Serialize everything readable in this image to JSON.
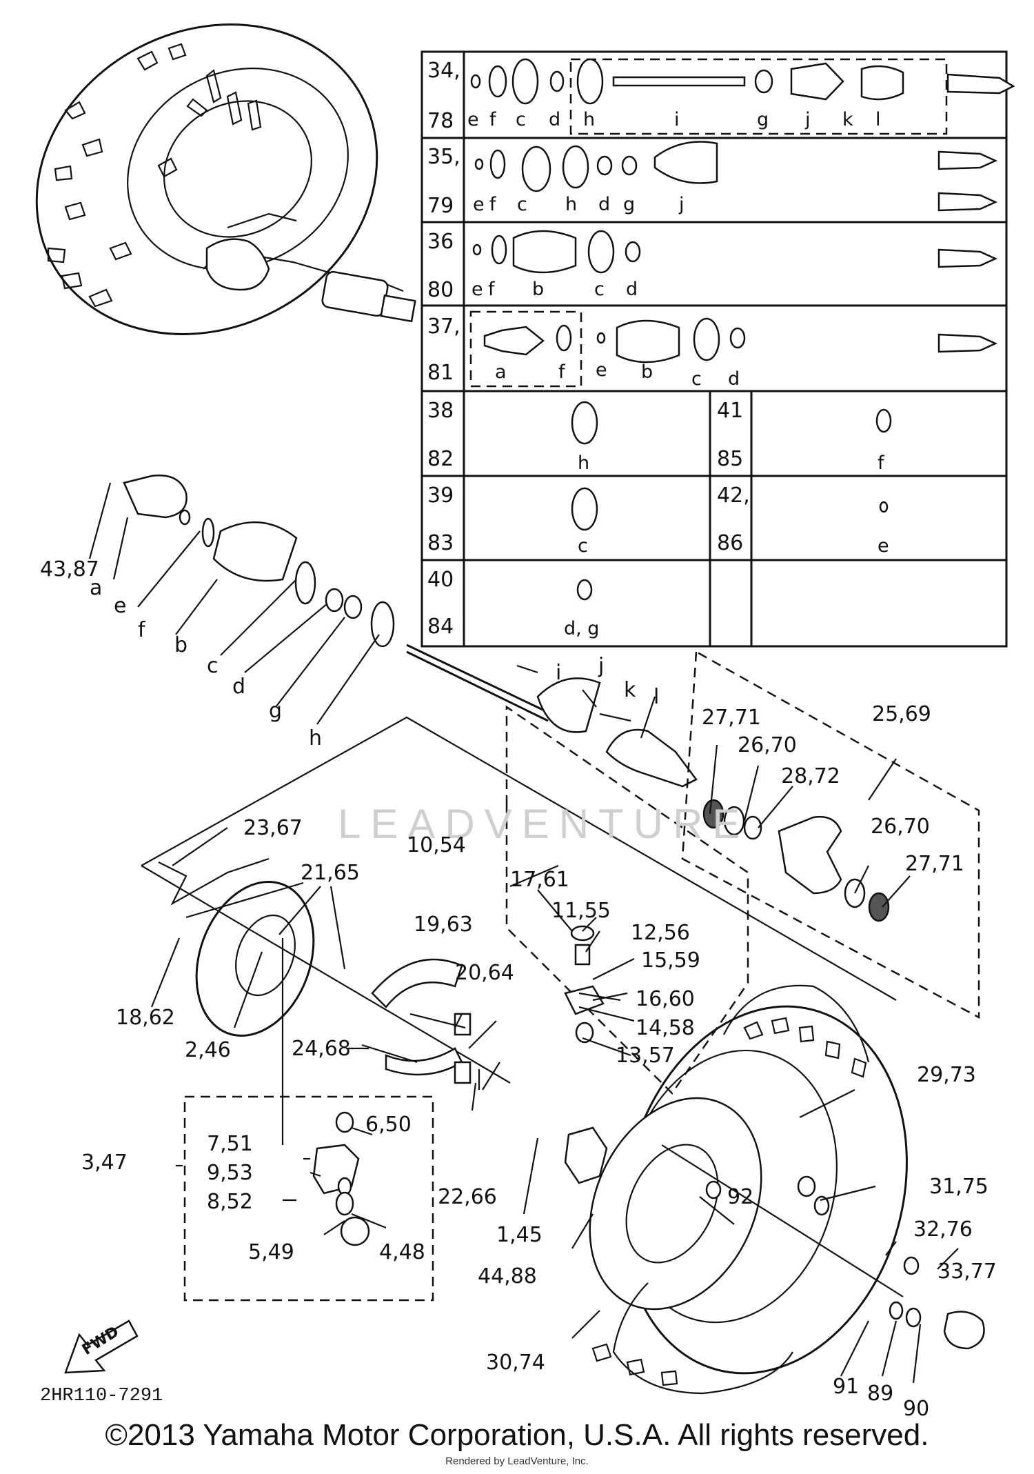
{
  "diagram_code": "2HR110-7291",
  "copyright": "©2013 Yamaha Motor Corporation, U.S.A. All rights reserved.",
  "rendered_by": "Rendered by LeadVenture, Inc.",
  "watermark": "LEADVENTURE",
  "fwd_label": "FWD",
  "table": {
    "rows": [
      {
        "ref_top": "34,",
        "ref_bottom": "78",
        "letters": [
          "e",
          "f",
          "c",
          "d",
          "h",
          "i",
          "g",
          "j",
          "k",
          "l"
        ]
      },
      {
        "ref_top": "35,",
        "ref_bottom": "79",
        "letters": [
          "e",
          "f",
          "c",
          "h",
          "d",
          "g",
          "j"
        ]
      },
      {
        "ref_top": "36",
        "ref_bottom": "80",
        "letters": [
          "e",
          "f",
          "b",
          "c",
          "d"
        ]
      },
      {
        "ref_top": "37,",
        "ref_bottom": "81",
        "letters": [
          "a",
          "f",
          "e",
          "b",
          "c",
          "d"
        ]
      },
      {
        "ref_top": "38",
        "ref_bottom": "82",
        "letters": [
          "h"
        ],
        "right_ref_top": "41",
        "right_ref_bottom": "85",
        "right_letters": [
          "f"
        ]
      },
      {
        "ref_top": "39",
        "ref_bottom": "83",
        "letters": [
          "c"
        ],
        "right_ref_top": "42,",
        "right_ref_bottom": "86",
        "right_letters": [
          "e"
        ]
      },
      {
        "ref_top": "40",
        "ref_bottom": "84",
        "letters": [
          "d, g"
        ]
      }
    ]
  },
  "shaft_letters": [
    "a",
    "e",
    "f",
    "b",
    "c",
    "d",
    "g",
    "h",
    "i",
    "j",
    "k",
    "l"
  ],
  "callouts": [
    "43,87",
    "25,69",
    "27,71",
    "26,70",
    "28,72",
    "26,70",
    "27,71",
    "23,67",
    "10,54",
    "21,65",
    "17,61",
    "11,55",
    "12,56",
    "19,63",
    "15,59",
    "20,64",
    "16,60",
    "14,58",
    "13,57",
    "18,62",
    "2,46",
    "24,68",
    "6,50",
    "7,51",
    "3,47",
    "9,53",
    "8,52",
    "5,49",
    "4,48",
    "22,66",
    "1,45",
    "92",
    "29,73",
    "31,75",
    "32,76",
    "33,77",
    "44,88",
    "91",
    "89",
    "90",
    "30,74"
  ]
}
